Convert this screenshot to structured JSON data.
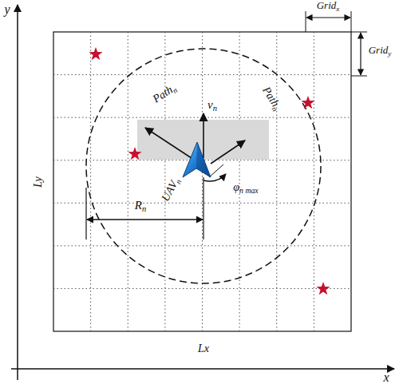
{
  "diagram": {
    "labels": [
      "y",
      "x",
      "Lx",
      "Ly",
      "Grid",
      "x",
      "Grid",
      "y",
      "Path",
      "n",
      "Path",
      "n",
      "v",
      "n",
      "φ",
      "n max",
      "UAV",
      "n",
      "R",
      "n"
    ]
  }
}
